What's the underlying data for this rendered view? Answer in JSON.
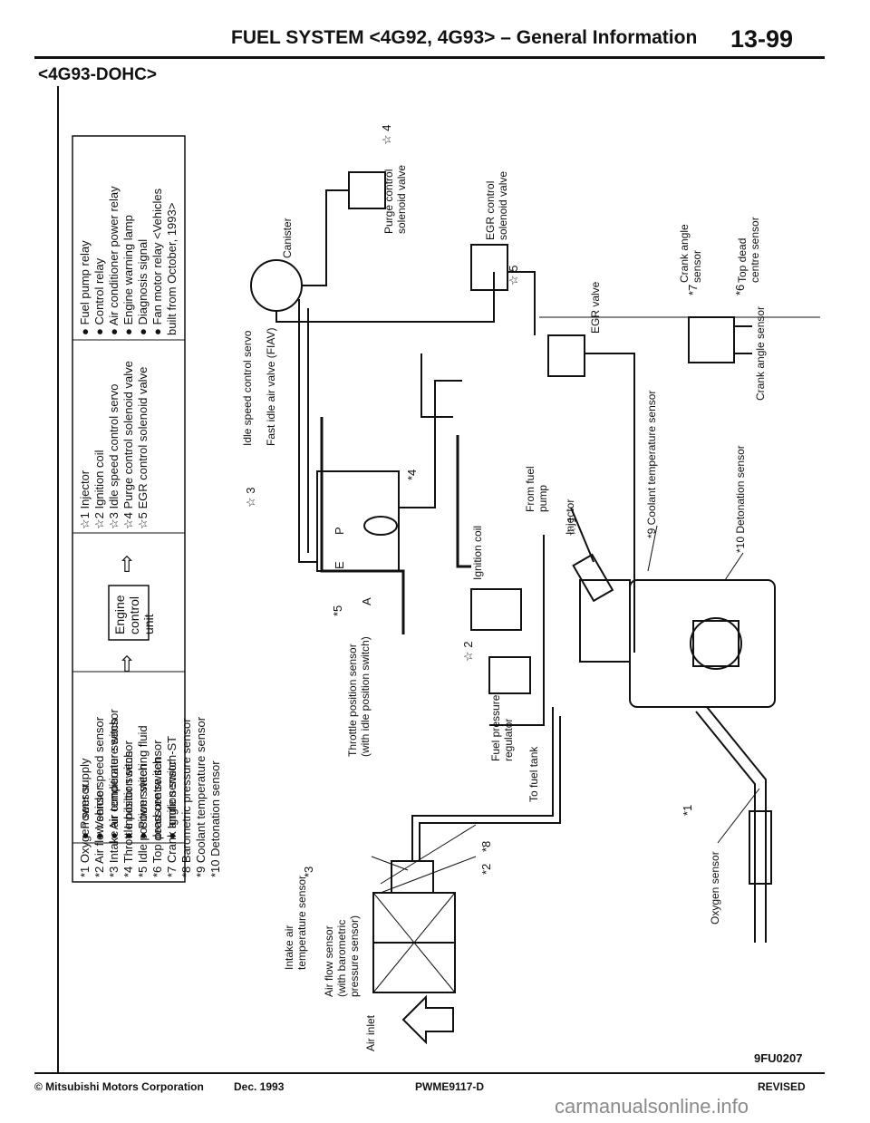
{
  "header": {
    "title": "FUEL SYSTEM <4G92, 4G93> – General Information",
    "page": "13-99",
    "model": "<4G93-DOHC>"
  },
  "legend_sensors": [
    "*1  Oxygen sensor",
    "*2  Air flow sensor",
    "*3  Intake air temperature sensor",
    "*4  Throttle position sensor",
    "*5  Idle position switch",
    "*6  Top dead centre sensor",
    "*7  Crank angle sensor",
    "*8  Barometric pressure sensor",
    "*9  Coolant temperature sensor",
    "*10 Detonation sensor"
  ],
  "legend_inputs": [
    "● Power supply",
    "● Vehicle speed sensor",
    "● Air conditioner switch",
    "● Inhibitor switch",
    "● Power steering fluid",
    "   pressure switch",
    "● Ignition switch-ST"
  ],
  "ecu_label": [
    "Engine",
    "control",
    "unit"
  ],
  "legend_actuators": [
    "☆1  Injector",
    "☆2  Ignition coil",
    "☆3  Idle speed control servo",
    "☆4  Purge control solenoid valve",
    "☆5  EGR control solenoid valve"
  ],
  "legend_relays": [
    "● Fuel pump relay",
    "● Control relay",
    "● Air conditioner power relay",
    "● Engine warning lamp",
    "● Diagnosis signal",
    "● Fan motor relay <Vehicles",
    "   built from October, 1993>"
  ],
  "labels": {
    "air_inlet": "Air inlet",
    "intake_air_temp": [
      "Intake air",
      "temperature sensor"
    ],
    "air_flow": [
      "Air flow sensor",
      "(with barometric",
      "pressure sensor)"
    ],
    "tps": [
      "Throttle position sensor",
      "(with idle position switch)"
    ],
    "isc": "Idle speed control servo",
    "fiav": "Fast idle air valve (FIAV)",
    "canister": "Canister",
    "purge": [
      "Purge control",
      "solenoid valve"
    ],
    "egr_sol": [
      "EGR control",
      "solenoid valve"
    ],
    "egr_valve": "EGR valve",
    "crank": [
      "Crank angle",
      "sensor"
    ],
    "tdc": [
      "Top dead",
      "centre sensor"
    ],
    "crank_sensor": "Crank angle sensor",
    "coolant": "*9 Coolant temperature sensor",
    "detonation": "*10 Detonation sensor",
    "fuel_pump": [
      "From fuel",
      "pump"
    ],
    "injector": "Injector",
    "ignition_coil": "Ignition coil",
    "fuel_reg": [
      "Fuel pressure",
      "regulator"
    ],
    "fuel_tank": "To fuel tank",
    "oxygen": "Oxygen sensor",
    "mk_star1": "☆ 1",
    "mk_star2": "☆ 2",
    "mk_star3": "☆ 3",
    "mk_star4": "☆ 4",
    "mk_star5": "☆ 5",
    "mk_1": "*1",
    "mk_2": "*2",
    "mk_3": "*3",
    "mk_4": "*4",
    "mk_5": "*5",
    "mk_6": "*6",
    "mk_7": "*7",
    "mk_8": "*8",
    "mk_e": "E",
    "mk_p": "P",
    "mk_a": "A"
  },
  "figure_id": "9FU0207",
  "footer": {
    "copyright": "© Mitsubishi Motors Corporation",
    "date": "Dec. 1993",
    "code": "PWME9117-D",
    "status": "REVISED"
  },
  "watermark": "carmanualsonline.info"
}
